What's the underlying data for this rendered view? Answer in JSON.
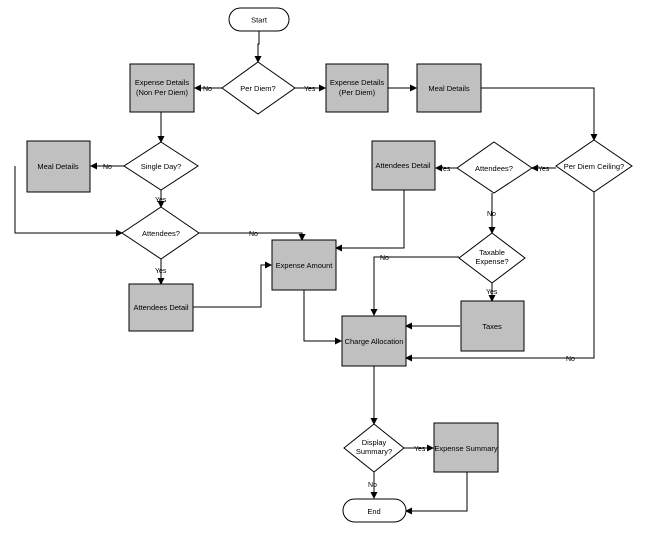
{
  "flowchart": {
    "nodes": {
      "start": "Start",
      "per_diem": "Per Diem?",
      "expense_non_per_diem": [
        "Expense Details",
        "(Non Per Diem)"
      ],
      "expense_per_diem": [
        "Expense Details",
        "(Per Diem)"
      ],
      "meal_details_top": "Meal Details",
      "single_day": "Single Day?",
      "meal_details_left": "Meal Details",
      "attendees_left": "Attendees?",
      "attendees_detail_left": "Attendees Detail",
      "expense_amount": "Expense Amount",
      "per_diem_ceiling": "Per Diem Ceiling?",
      "attendees_right": "Attendees?",
      "attendees_detail_right": "Attendees Detail",
      "taxable_expense": [
        "Taxable",
        "Expense?"
      ],
      "taxes": "Taxes",
      "charge_allocation": "Charge Allocation",
      "display_summary": [
        "Display",
        "Summary?"
      ],
      "expense_summary": "Expense Summary",
      "end": "End"
    },
    "edge_labels": {
      "per_diem_no": "No",
      "per_diem_yes": "Yes",
      "single_day_no": "No",
      "single_day_yes": "Yes",
      "attendees_left_no": "No",
      "attendees_left_yes": "Yes",
      "ceiling_yes": "Yes",
      "ceiling_no": "No",
      "attendees_right_yes": "Yes",
      "attendees_right_no": "No",
      "taxable_no": "No",
      "taxable_yes": "Yes",
      "display_yes": "Yes",
      "display_no": "No"
    }
  }
}
